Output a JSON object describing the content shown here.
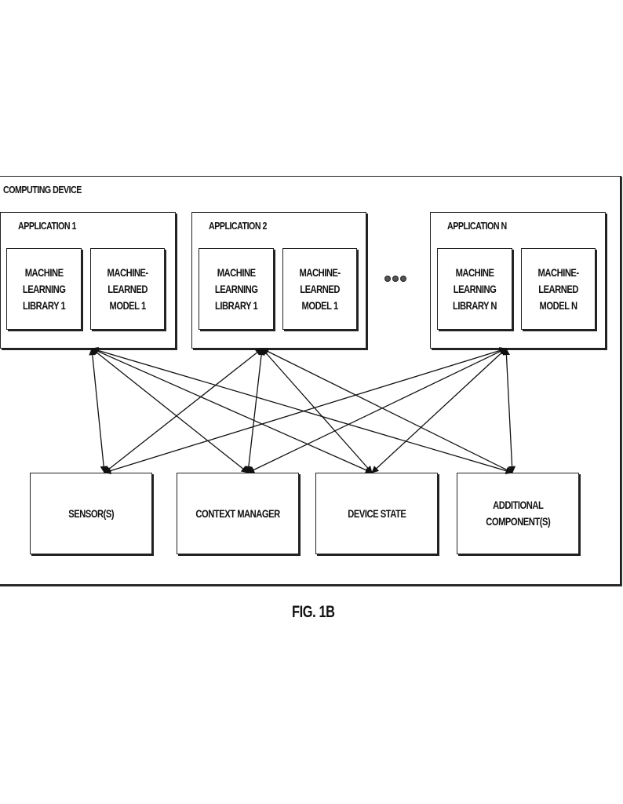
{
  "container": {
    "title": "COMPUTING DEVICE"
  },
  "applications": [
    {
      "title": "APPLICATION 1",
      "library": "MACHINE\nLEARNING\nLIBRARY 1",
      "model": "MACHINE-\nLEARNED\nMODEL 1"
    },
    {
      "title": "APPLICATION 2",
      "library": "MACHINE\nLEARNING\nLIBRARY 1",
      "model": "MACHINE-\nLEARNED\nMODEL 1"
    },
    {
      "title": "APPLICATION N",
      "library": "MACHINE\nLEARNING\nLIBRARY N",
      "model": "MACHINE-\nLEARNED\nMODEL N"
    }
  ],
  "ellipsis_icon": "more-dots-icon",
  "components": [
    {
      "label": "SENSOR(S)"
    },
    {
      "label": "CONTEXT MANAGER"
    },
    {
      "label": "DEVICE STATE"
    },
    {
      "label": "ADDITIONAL\nCOMPONENT(S)"
    }
  ],
  "connections": {
    "type": "bidirectional",
    "description": "Each application connects to every component",
    "from": [
      "APPLICATION 1",
      "APPLICATION 2",
      "APPLICATION N"
    ],
    "to": [
      "SENSOR(S)",
      "CONTEXT MANAGER",
      "DEVICE STATE",
      "ADDITIONAL COMPONENT(S)"
    ]
  },
  "figure_label": "FIG. 1B"
}
